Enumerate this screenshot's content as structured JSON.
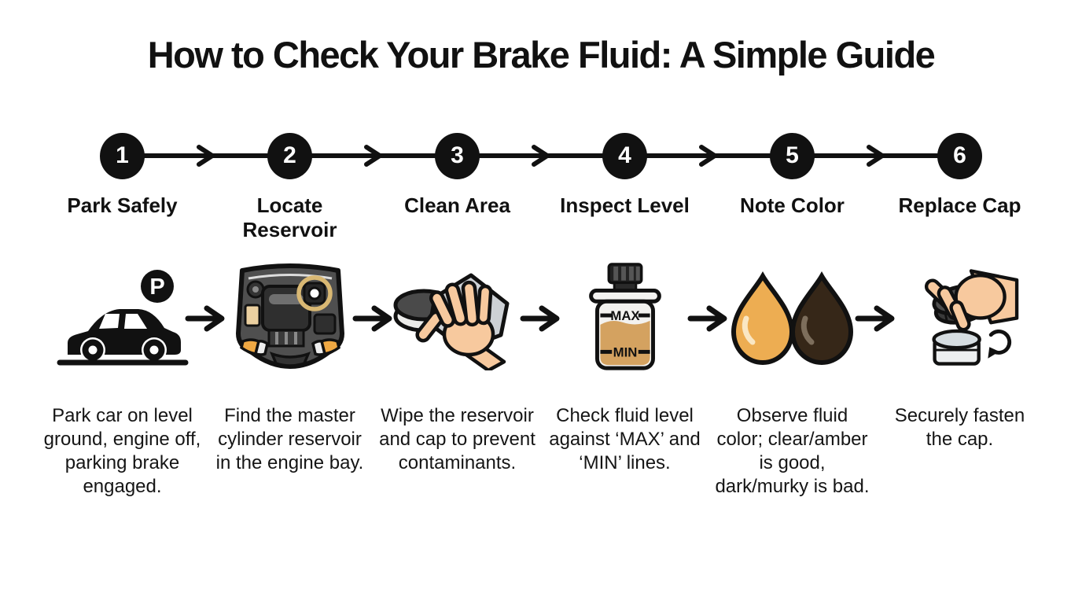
{
  "title": "How to Check Your Brake Fluid: A Simple Guide",
  "steps": [
    {
      "number": "1",
      "label": "Park Safely",
      "description": "Park car on level ground, engine off, parking brake engaged.",
      "icon": "parked-car-icon"
    },
    {
      "number": "2",
      "label": "Locate Reservoir",
      "description": "Find the master cylinder reservoir in the engine bay.",
      "icon": "engine-bay-icon"
    },
    {
      "number": "3",
      "label": "Clean Area",
      "description": "Wipe the reservoir and cap to prevent contaminants.",
      "icon": "wipe-cloth-icon"
    },
    {
      "number": "4",
      "label": "Inspect Level",
      "description": "Check fluid level against ‘MAX’ and ‘MIN’ lines.",
      "icon": "reservoir-max-min-icon"
    },
    {
      "number": "5",
      "label": "Note Color",
      "description": "Observe fluid color; clear/amber is good, dark/murky is bad.",
      "icon": "fluid-drops-icon"
    },
    {
      "number": "6",
      "label": "Replace Cap",
      "description": "Securely fasten the cap.",
      "icon": "replace-cap-icon"
    }
  ],
  "icon_labels": {
    "parking_badge": "P",
    "reservoir_max": "MAX",
    "reservoir_min": "MIN"
  },
  "colors": {
    "timeline_black": "#111111",
    "good_fluid_amber": "#EDAD52",
    "bad_fluid_dark": "#362718",
    "reservoir_fluid": "#D4A260",
    "highlight_ring_gold": "#D9B873",
    "headlight_orange": "#EFA843",
    "skin_tone": "#F7C99E",
    "cloth_gray": "#CDD1D5"
  }
}
